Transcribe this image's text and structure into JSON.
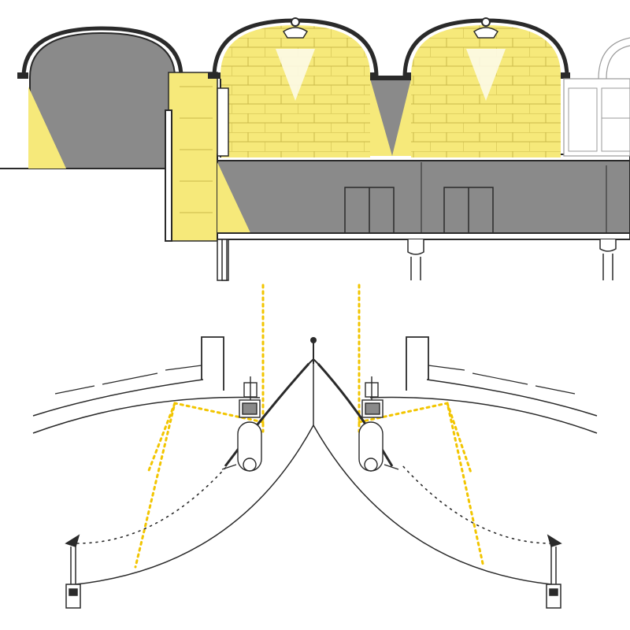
{
  "colors": {
    "light_yellow": "#f6e97a",
    "light_yellow_soft": "#f8ee9a",
    "ray_yellow": "#f2c500",
    "shadow_gray": "#8a8a8a",
    "line": "#2a2a2a",
    "background": "#ffffff"
  },
  "section": {
    "vault_count": 3,
    "window_count": 2
  },
  "detail": {
    "light_paths": 4
  }
}
